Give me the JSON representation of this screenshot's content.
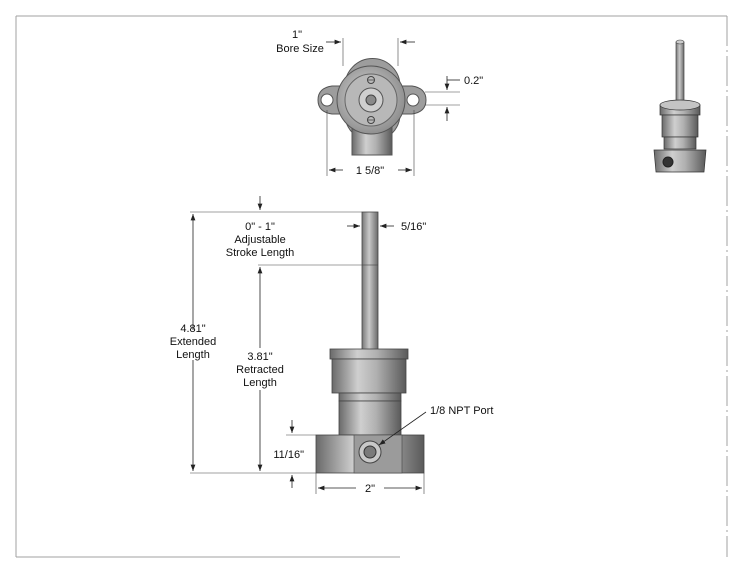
{
  "labels": {
    "bore_size_value": "1\"",
    "bore_size_text": "Bore Size",
    "top_offset": "0.2\"",
    "top_width": "1 5/8\"",
    "stroke_value": "0\" - 1\"",
    "stroke_line1": "Adjustable",
    "stroke_line2": "Stroke Length",
    "rod_diameter": "5/16\"",
    "extended_value": "4.81\"",
    "extended_line1": "Extended",
    "extended_line2": "Length",
    "retracted_value": "3.81\"",
    "retracted_line1": "Retracted",
    "retracted_line2": "Length",
    "port": "1/8 NPT Port",
    "base_height": "11/16\"",
    "base_width": "2\""
  },
  "colors": {
    "frame": "#9a9a9a",
    "dimension_line": "#222222",
    "metal_dark": "#6e6e6e",
    "metal_mid": "#a9a9a9",
    "metal_light": "#d9d9d9"
  }
}
